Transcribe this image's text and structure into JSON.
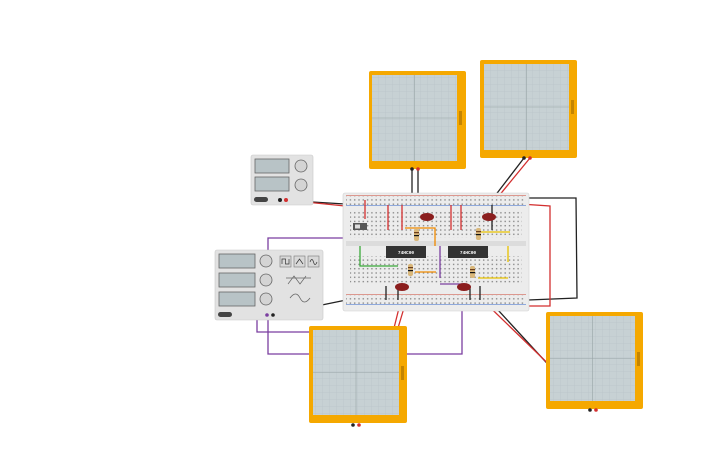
{
  "chips": [
    {
      "label": "74HC00"
    },
    {
      "label": "74HC00"
    }
  ],
  "function_generator": {
    "waveform_buttons": [
      "square-wave-icon",
      "triangle-wave-icon",
      "sine-wave-icon"
    ]
  },
  "power_supply": {
    "knobs": [
      "voltage-knob-icon",
      "current-knob-icon"
    ]
  },
  "oscilloscopes": [
    {
      "name": "oscilloscope-1"
    },
    {
      "name": "oscilloscope-2"
    },
    {
      "name": "oscilloscope-3"
    },
    {
      "name": "oscilloscope-4"
    }
  ],
  "colors": {
    "scope_frame": "#f5a800",
    "scope_screen": "#c7d1d4",
    "wire_red": "#d32f2f",
    "wire_black": "#222222",
    "wire_purple": "#7b3fa0",
    "wire_green": "#3aa83a",
    "wire_yellow": "#e8c200",
    "wire_orange": "#f08a00",
    "breadboard": "#ececec",
    "chip": "#333333",
    "led": "#8b1e1e"
  }
}
